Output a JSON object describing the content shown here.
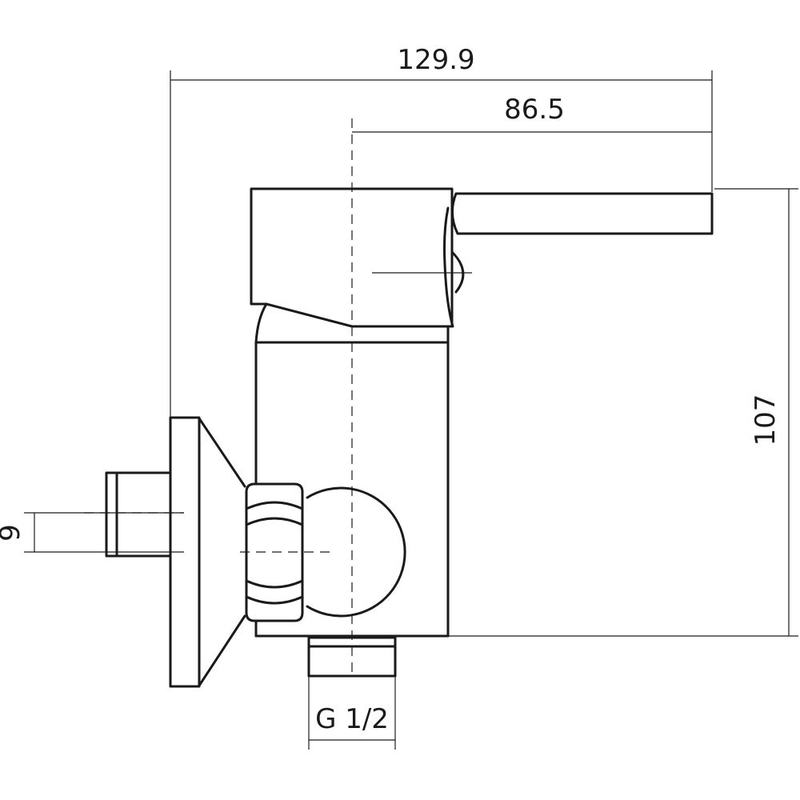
{
  "dimensions": {
    "overall_width": "129.9",
    "lever_to_axis": "86.5",
    "height": "107",
    "inlet_offset": "9",
    "outlet_thread": "G 1/2"
  }
}
